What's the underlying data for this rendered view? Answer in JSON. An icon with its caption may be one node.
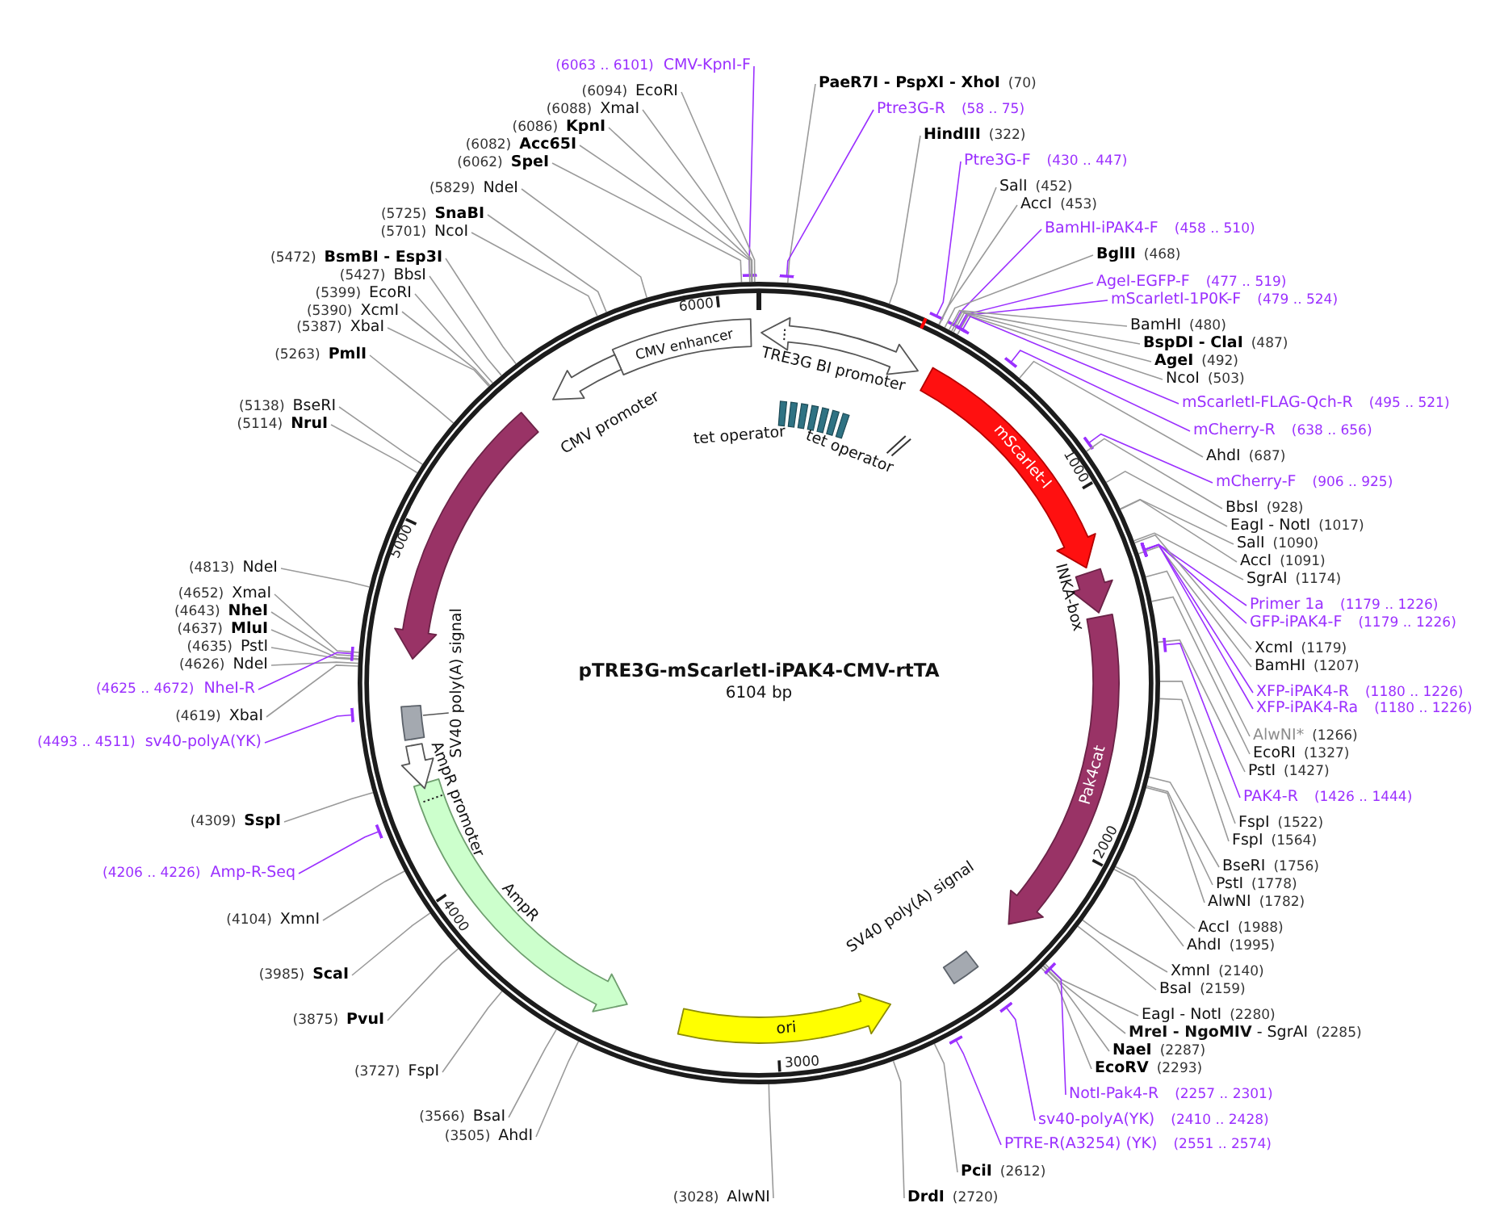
{
  "diagram": {
    "title": "pTRE3G-mScarletI-iPAK4-CMV-rtTA",
    "nodes": [
      {
        "text": [
          "(6063 .. 6101)",
          "CMV-KpnI-F"
        ]
      },
      {
        "text": [
          "(6094)",
          "EcoRI"
        ]
      },
      {
        "text": [
          "(6088)",
          "XmaI"
        ]
      },
      {
        "text": [
          "(6086)",
          "KpnI"
        ]
      },
      {
        "text": [
          "(6082)",
          "Acc65I"
        ]
      },
      {
        "text": [
          "(6062)",
          "SpeI"
        ]
      },
      {
        "text": [
          "(5829)",
          "NdeI"
        ]
      },
      {
        "text": [
          "(5725)",
          "SnaBI"
        ]
      },
      {
        "text": [
          "(5701)",
          "NcoI"
        ]
      },
      {
        "text": [
          "(5472)",
          "BsmBI - Esp3I"
        ]
      },
      {
        "text": [
          "(5427)",
          "BbsI"
        ]
      },
      {
        "text": [
          "(5399)",
          "EcoRI"
        ]
      },
      {
        "text": [
          "(5390)",
          "XcmI"
        ]
      },
      {
        "text": [
          "(5387)",
          "XbaI"
        ]
      },
      {
        "text": [
          "(5263)",
          "PmlI"
        ]
      },
      {
        "text": [
          "(5138)",
          "BseRI"
        ]
      },
      {
        "text": [
          "(5114)",
          "NruI"
        ]
      },
      {
        "text": [
          "(4813)",
          "NdeI"
        ]
      },
      {
        "text": [
          "(4652)",
          "XmaI"
        ]
      },
      {
        "text": [
          "(4643)",
          "NheI"
        ]
      },
      {
        "text": [
          "(4637)",
          "MluI"
        ]
      },
      {
        "text": [
          "(4635)",
          "PstI"
        ]
      },
      {
        "text": [
          "(4626)",
          "NdeI"
        ]
      },
      {
        "text": [
          "(4625 .. 4672)",
          "NheI-R"
        ]
      },
      {
        "text": [
          "(4619)",
          "XbaI"
        ]
      },
      {
        "text": [
          "(4493 .. 4511)",
          "sv40-polyA(YK)"
        ]
      },
      {
        "text": [
          "(4309)",
          "SspI"
        ]
      },
      {
        "text": [
          "(4206 .. 4226)",
          "Amp-R-Seq"
        ]
      },
      {
        "text": [
          "(4104)",
          "XmnI"
        ]
      },
      {
        "text": [
          "(3985)",
          "ScaI"
        ]
      },
      {
        "text": [
          "(3875)",
          "PvuI"
        ]
      },
      {
        "text": [
          "(3727)",
          "FspI"
        ]
      },
      {
        "text": [
          "(3566)",
          "BsaI"
        ]
      },
      {
        "text": [
          "(3505)",
          "AhdI"
        ]
      },
      {
        "text": [
          "(3028)",
          "AlwNI"
        ]
      },
      {
        "text": [
          "PaeR7I - PspXI - XhoI",
          "(70)"
        ]
      },
      {
        "text": [
          "Ptre3G-R",
          "(58 .. 75)"
        ]
      },
      {
        "text": [
          "HindIII",
          "(322)"
        ]
      },
      {
        "text": [
          "Ptre3G-F",
          "(430 .. 447)"
        ]
      },
      {
        "text": [
          "SalI",
          "(452)"
        ]
      },
      {
        "text": [
          "AccI",
          "(453)"
        ]
      },
      {
        "text": [
          "BamHI-iPAK4-F",
          "(458 .. 510)"
        ]
      },
      {
        "text": [
          "BglII",
          "(468)"
        ]
      },
      {
        "text": [
          "AgeI-EGFP-F",
          "(477 .. 519)"
        ]
      },
      {
        "text": [
          "mScarletI-1P0K-F",
          "(479 .. 524)"
        ]
      },
      {
        "text": [
          "BamHI",
          "(480)"
        ]
      },
      {
        "text": [
          "BspDI - ClaI",
          "(487)"
        ]
      },
      {
        "text": [
          "AgeI",
          "(492)"
        ]
      },
      {
        "text": [
          "NcoI",
          "(503)"
        ]
      },
      {
        "text": [
          "mScarletI-FLAG-Qch-R",
          "(495 .. 521)"
        ]
      },
      {
        "text": [
          "mCherry-R",
          "(638 .. 656)"
        ]
      },
      {
        "text": [
          "AhdI",
          "(687)"
        ]
      },
      {
        "text": [
          "mCherry-F",
          "(906 .. 925)"
        ]
      },
      {
        "text": [
          "BbsI",
          "(928)"
        ]
      },
      {
        "text": [
          "EagI - NotI",
          "(1017)"
        ]
      },
      {
        "text": [
          "SalI",
          "(1090)"
        ]
      },
      {
        "text": [
          "AccI",
          "(1091)"
        ]
      },
      {
        "text": [
          "SgrAI",
          "(1174)"
        ]
      },
      {
        "text": [
          "Primer 1a",
          "(1179 .. 1226)"
        ]
      },
      {
        "text": [
          "GFP-iPAK4-F",
          "(1179 .. 1226)"
        ]
      },
      {
        "text": [
          "XcmI",
          "(1179)"
        ]
      },
      {
        "text": [
          "BamHI",
          "(1207)"
        ]
      },
      {
        "text": [
          "XFP-iPAK4-R",
          "(1180 .. 1226)"
        ]
      },
      {
        "text": [
          "XFP-iPAK4-Ra",
          "(1180 .. 1226)"
        ]
      },
      {
        "text": [
          "AlwNI*",
          "(1266)"
        ]
      },
      {
        "text": [
          "EcoRI",
          "(1327)"
        ]
      },
      {
        "text": [
          "PstI",
          "(1427)"
        ]
      },
      {
        "text": [
          "PAK4-R",
          "(1426 .. 1444)"
        ]
      },
      {
        "text": [
          "FspI",
          "(1522)"
        ]
      },
      {
        "text": [
          "FspI",
          "(1564)"
        ]
      },
      {
        "text": [
          "BseRI",
          "(1756)"
        ]
      },
      {
        "text": [
          "PstI",
          "(1778)"
        ]
      },
      {
        "text": [
          "AlwNI",
          "(1782)"
        ]
      },
      {
        "text": [
          "AccI",
          "(1988)"
        ]
      },
      {
        "text": [
          "AhdI",
          "(1995)"
        ]
      },
      {
        "text": [
          "XmnI",
          "(2140)"
        ]
      },
      {
        "text": [
          "BsaI",
          "(2159)"
        ]
      },
      {
        "text": [
          "EagI - NotI",
          "(2280)"
        ]
      },
      {
        "text": [
          "**MreI - NgoMIV** - SgrAI",
          "(2285)"
        ]
      },
      {
        "text": [
          "NaeI",
          "(2287)"
        ]
      },
      {
        "text": [
          "EcoRV",
          "(2293)"
        ]
      },
      {
        "text": [
          "NotI-Pak4-R",
          "(2257 .. 2301)"
        ]
      },
      {
        "text": [
          "sv40-polyA(YK)",
          "(2410 .. 2428)"
        ]
      },
      {
        "text": [
          "PTRE-R(A3254) (YK)",
          "(2551 .. 2574)"
        ]
      },
      {
        "text": [
          "PciI",
          "(2612)"
        ]
      },
      {
        "text": [
          "DrdI",
          "(2720)"
        ]
      },
      {
        "text": [],
        "shape": "circle"
      },
      {
        "text": [
          "CMV enhancer"
        ],
        "in": 86
      },
      {
        "text": [
          "CMV promoter"
        ],
        "in": 86
      },
      {
        "text": [
          "TRE3G BI promoter"
        ],
        "in": 86
      },
      {
        "text": [
          "tet operator"
        ],
        "in": 86
      },
      {
        "text": [
          "tet operator"
        ],
        "in": 86
      },
      {
        "text": [
          "mScarlet-I"
        ],
        "in": 86
      },
      {
        "text": [
          "INKA-box"
        ],
        "in": 86
      },
      {
        "text": [
          "Pak4cat"
        ],
        "in": 86
      },
      {
        "text": [
          "SV40 poly(A) signal"
        ],
        "in": 86
      },
      {
        "text": [
          "ori"
        ],
        "in": 86
      },
      {
        "text": [
          "AmpR"
        ],
        "in": 86
      },
      {
        "text": [
          "AmpR promoter"
        ],
        "in": 86
      },
      {
        "text": [
          "SV40 poly(A) signal"
        ],
        "in": 86
      },
      {
        "text": [],
        "shape": "bar",
        "in": 86
      }
    ],
    "edges": [
      {
        "from": 0,
        "to": 86,
        "arrow": "other",
        "color": "#9b30ff"
      },
      {
        "from": 1,
        "to": 86,
        "arrow": "none"
      },
      {
        "from": 2,
        "to": 86,
        "arrow": "none"
      },
      {
        "from": 3,
        "to": 86,
        "arrow": "none"
      },
      {
        "from": 4,
        "to": 86,
        "arrow": "none"
      },
      {
        "from": 5,
        "to": 86,
        "arrow": "none"
      },
      {
        "from": 6,
        "to": 86,
        "arrow": "none"
      },
      {
        "from": 7,
        "to": 86,
        "arrow": "none"
      },
      {
        "from": 8,
        "to": 86,
        "arrow": "none"
      },
      {
        "from": 9,
        "to": 86,
        "arrow": "none"
      },
      {
        "from": 10,
        "to": 86,
        "arrow": "none"
      },
      {
        "from": 11,
        "to": 86,
        "arrow": "none"
      },
      {
        "from": 12,
        "to": 86,
        "arrow": "none"
      },
      {
        "from": 13,
        "to": 86,
        "arrow": "none"
      },
      {
        "from": 14,
        "to": 86,
        "arrow": "none"
      },
      {
        "from": 15,
        "to": 86,
        "arrow": "none"
      },
      {
        "from": 16,
        "to": 86,
        "arrow": "none"
      },
      {
        "from": 17,
        "to": 86,
        "arrow": "none"
      },
      {
        "from": 18,
        "to": 86,
        "arrow": "none"
      },
      {
        "from": 19,
        "to": 86,
        "arrow": "none"
      },
      {
        "from": 20,
        "to": 86,
        "arrow": "none"
      },
      {
        "from": 21,
        "to": 86,
        "arrow": "none"
      },
      {
        "from": 22,
        "to": 86,
        "arrow": "none"
      },
      {
        "from": 23,
        "to": 86,
        "arrow": "other",
        "color": "#9b30ff"
      },
      {
        "from": 24,
        "to": 86,
        "arrow": "none"
      },
      {
        "from": 25,
        "to": 86,
        "arrow": "other",
        "color": "#9b30ff"
      },
      {
        "from": 26,
        "to": 86,
        "arrow": "none"
      },
      {
        "from": 27,
        "to": 86,
        "arrow": "other",
        "color": "#9b30ff"
      },
      {
        "from": 28,
        "to": 86,
        "arrow": "none"
      },
      {
        "from": 29,
        "to": 86,
        "arrow": "none"
      },
      {
        "from": 30,
        "to": 86,
        "arrow": "none"
      },
      {
        "from": 31,
        "to": 86,
        "arrow": "none"
      },
      {
        "from": 32,
        "to": 86,
        "arrow": "none"
      },
      {
        "from": 33,
        "to": 86,
        "arrow": "none"
      },
      {
        "from": 34,
        "to": 86,
        "arrow": "none"
      },
      {
        "from": 35,
        "to": 86,
        "arrow": "none"
      },
      {
        "from": 36,
        "to": 86,
        "arrow": "other",
        "color": "#9b30ff"
      },
      {
        "from": 37,
        "to": 86,
        "arrow": "none"
      },
      {
        "from": 38,
        "to": 86,
        "arrow": "other",
        "color": "#9b30ff"
      },
      {
        "from": 39,
        "to": 86,
        "arrow": "none"
      },
      {
        "from": 40,
        "to": 86,
        "arrow": "none"
      },
      {
        "from": 41,
        "to": 86,
        "arrow": "other",
        "color": "#9b30ff"
      },
      {
        "from": 42,
        "to": 86,
        "arrow": "none"
      },
      {
        "from": 43,
        "to": 86,
        "arrow": "other",
        "color": "#9b30ff"
      },
      {
        "from": 44,
        "to": 86,
        "arrow": "other",
        "color": "#9b30ff"
      },
      {
        "from": 45,
        "to": 86,
        "arrow": "none"
      },
      {
        "from": 46,
        "to": 86,
        "arrow": "none"
      },
      {
        "from": 47,
        "to": 86,
        "arrow": "none"
      },
      {
        "from": 48,
        "to": 86,
        "arrow": "none"
      },
      {
        "from": 49,
        "to": 86,
        "arrow": "other",
        "color": "#9b30ff"
      },
      {
        "from": 50,
        "to": 86,
        "arrow": "other",
        "color": "#9b30ff"
      },
      {
        "from": 51,
        "to": 86,
        "arrow": "none"
      },
      {
        "from": 52,
        "to": 86,
        "arrow": "other",
        "color": "#9b30ff"
      },
      {
        "from": 53,
        "to": 86,
        "arrow": "none"
      },
      {
        "from": 54,
        "to": 86,
        "arrow": "none"
      },
      {
        "from": 55,
        "to": 86,
        "arrow": "none"
      },
      {
        "from": 56,
        "to": 86,
        "arrow": "none"
      },
      {
        "from": 57,
        "to": 86,
        "arrow": "none"
      },
      {
        "from": 58,
        "to": 86,
        "arrow": "other",
        "color": "#9b30ff"
      },
      {
        "from": 59,
        "to": 86,
        "arrow": "other",
        "color": "#9b30ff"
      },
      {
        "from": 60,
        "to": 86,
        "arrow": "none"
      },
      {
        "from": 61,
        "to": 86,
        "arrow": "none"
      },
      {
        "from": 62,
        "to": 86,
        "arrow": "other",
        "color": "#9b30ff"
      },
      {
        "from": 63,
        "to": 86,
        "arrow": "other",
        "color": "#9b30ff"
      },
      {
        "from": 64,
        "to": 86,
        "arrow": "none"
      },
      {
        "from": 65,
        "to": 86,
        "arrow": "none"
      },
      {
        "from": 66,
        "to": 86,
        "arrow": "none"
      },
      {
        "from": 67,
        "to": 86,
        "arrow": "other",
        "color": "#9b30ff"
      },
      {
        "from": 68,
        "to": 86,
        "arrow": "none"
      },
      {
        "from": 69,
        "to": 86,
        "arrow": "none"
      },
      {
        "from": 70,
        "to": 86,
        "arrow": "none"
      },
      {
        "from": 71,
        "to": 86,
        "arrow": "none"
      },
      {
        "from": 72,
        "to": 86,
        "arrow": "none"
      },
      {
        "from": 73,
        "to": 86,
        "arrow": "none"
      },
      {
        "from": 74,
        "to": 86,
        "arrow": "none"
      },
      {
        "from": 75,
        "to": 86,
        "arrow": "none"
      },
      {
        "from": 76,
        "to": 86,
        "arrow": "none"
      },
      {
        "from": 77,
        "to": 86,
        "arrow": "none"
      },
      {
        "from": 78,
        "to": 86,
        "arrow": "none"
      },
      {
        "from": 79,
        "to": 86,
        "arrow": "none"
      },
      {
        "from": 80,
        "to": 86,
        "arrow": "none"
      },
      {
        "from": 81,
        "to": 86,
        "arrow": "other",
        "color": "#9b30ff"
      },
      {
        "from": 82,
        "to": 86,
        "arrow": "other",
        "color": "#9b30ff"
      },
      {
        "from": 83,
        "to": 86,
        "arrow": "other",
        "color": "#9b30ff"
      },
      {
        "from": 84,
        "to": 86,
        "arrow": "none"
      },
      {
        "from": 85,
        "to": 86,
        "arrow": "none"
      }
    ],
    "labels": [
      "6000",
      "1000",
      "5000",
      "6104 bp",
      "2000",
      "4000",
      "3000"
    ]
  }
}
